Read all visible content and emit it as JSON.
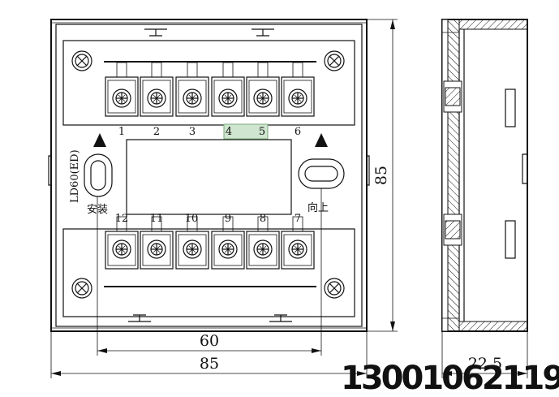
{
  "model_label": "LD60(ED)",
  "terminals_top": [
    "1",
    "2",
    "3",
    "4",
    "5",
    "6"
  ],
  "terminals_bottom": [
    "12",
    "11",
    "10",
    "9",
    "8",
    "7"
  ],
  "highlighted_terminals": [
    "4",
    "5"
  ],
  "highlight_color": "#cfe5cf",
  "install_label": "安装",
  "up_label": "向上",
  "dimensions": {
    "inner_width": "60",
    "outer_width": "85",
    "height": "85",
    "depth": "22.5"
  },
  "phone": "13001062119"
}
